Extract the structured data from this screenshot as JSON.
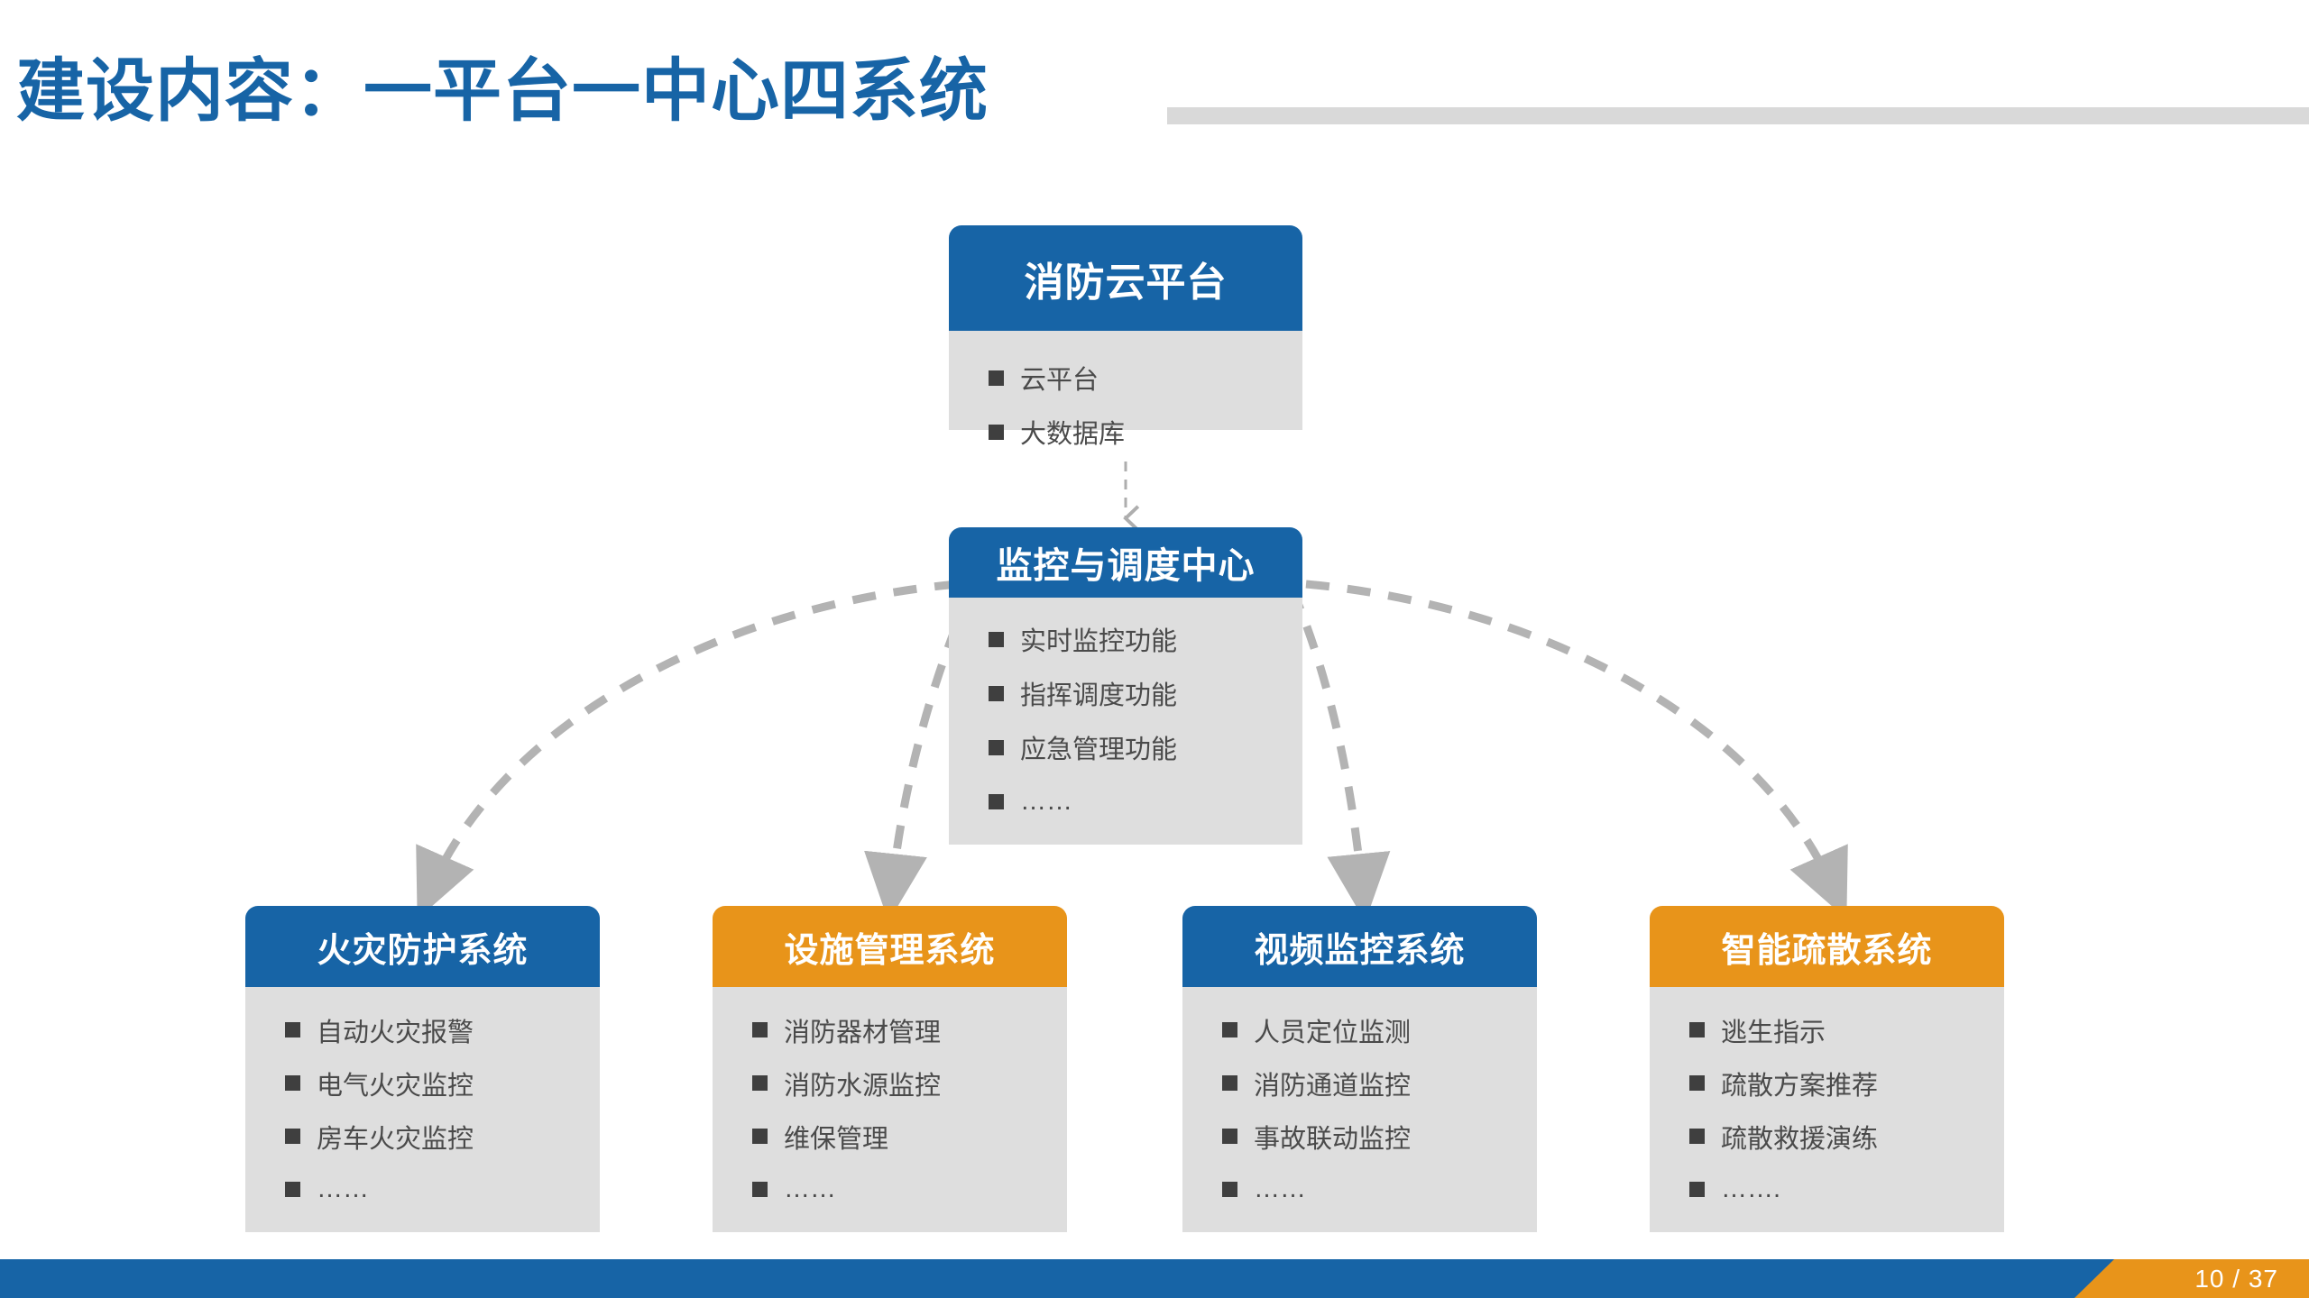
{
  "header": {
    "title": "建设内容：一平台一中心四系统",
    "title_color": "#1764A6",
    "rule_color": "#D9D9D9"
  },
  "theme": {
    "blue": "#1764A6",
    "orange": "#E8941A",
    "card_body": "#DEDEDE",
    "bullet": "#3F3F3F",
    "bullet_text": "#4A4A4A",
    "connector": "#B3B3B3"
  },
  "diagram": {
    "platform": {
      "title": "消防云平台",
      "accent": "blue",
      "items": [
        "云平台",
        "大数据库"
      ]
    },
    "center": {
      "title": "监控与调度中心",
      "accent": "blue",
      "items": [
        "实时监控功能",
        "指挥调度功能",
        "应急管理功能",
        "……"
      ]
    },
    "systems": [
      {
        "title": "火灾防护系统",
        "accent": "blue",
        "items": [
          "自动火灾报警",
          "电气火灾监控",
          "房车火灾监控",
          "……"
        ]
      },
      {
        "title": "设施管理系统",
        "accent": "orange",
        "items": [
          "消防器材管理",
          "消防水源监控",
          "维保管理",
          "……"
        ]
      },
      {
        "title": "视频监控系统",
        "accent": "blue",
        "items": [
          "人员定位监测",
          "消防通道监控",
          "事故联动监控",
          "……"
        ]
      },
      {
        "title": "智能疏散系统",
        "accent": "orange",
        "items": [
          "逃生指示",
          "疏散方案推荐",
          "疏散救援演练",
          "……."
        ]
      }
    ]
  },
  "footer": {
    "page_label": "10 / 37"
  }
}
